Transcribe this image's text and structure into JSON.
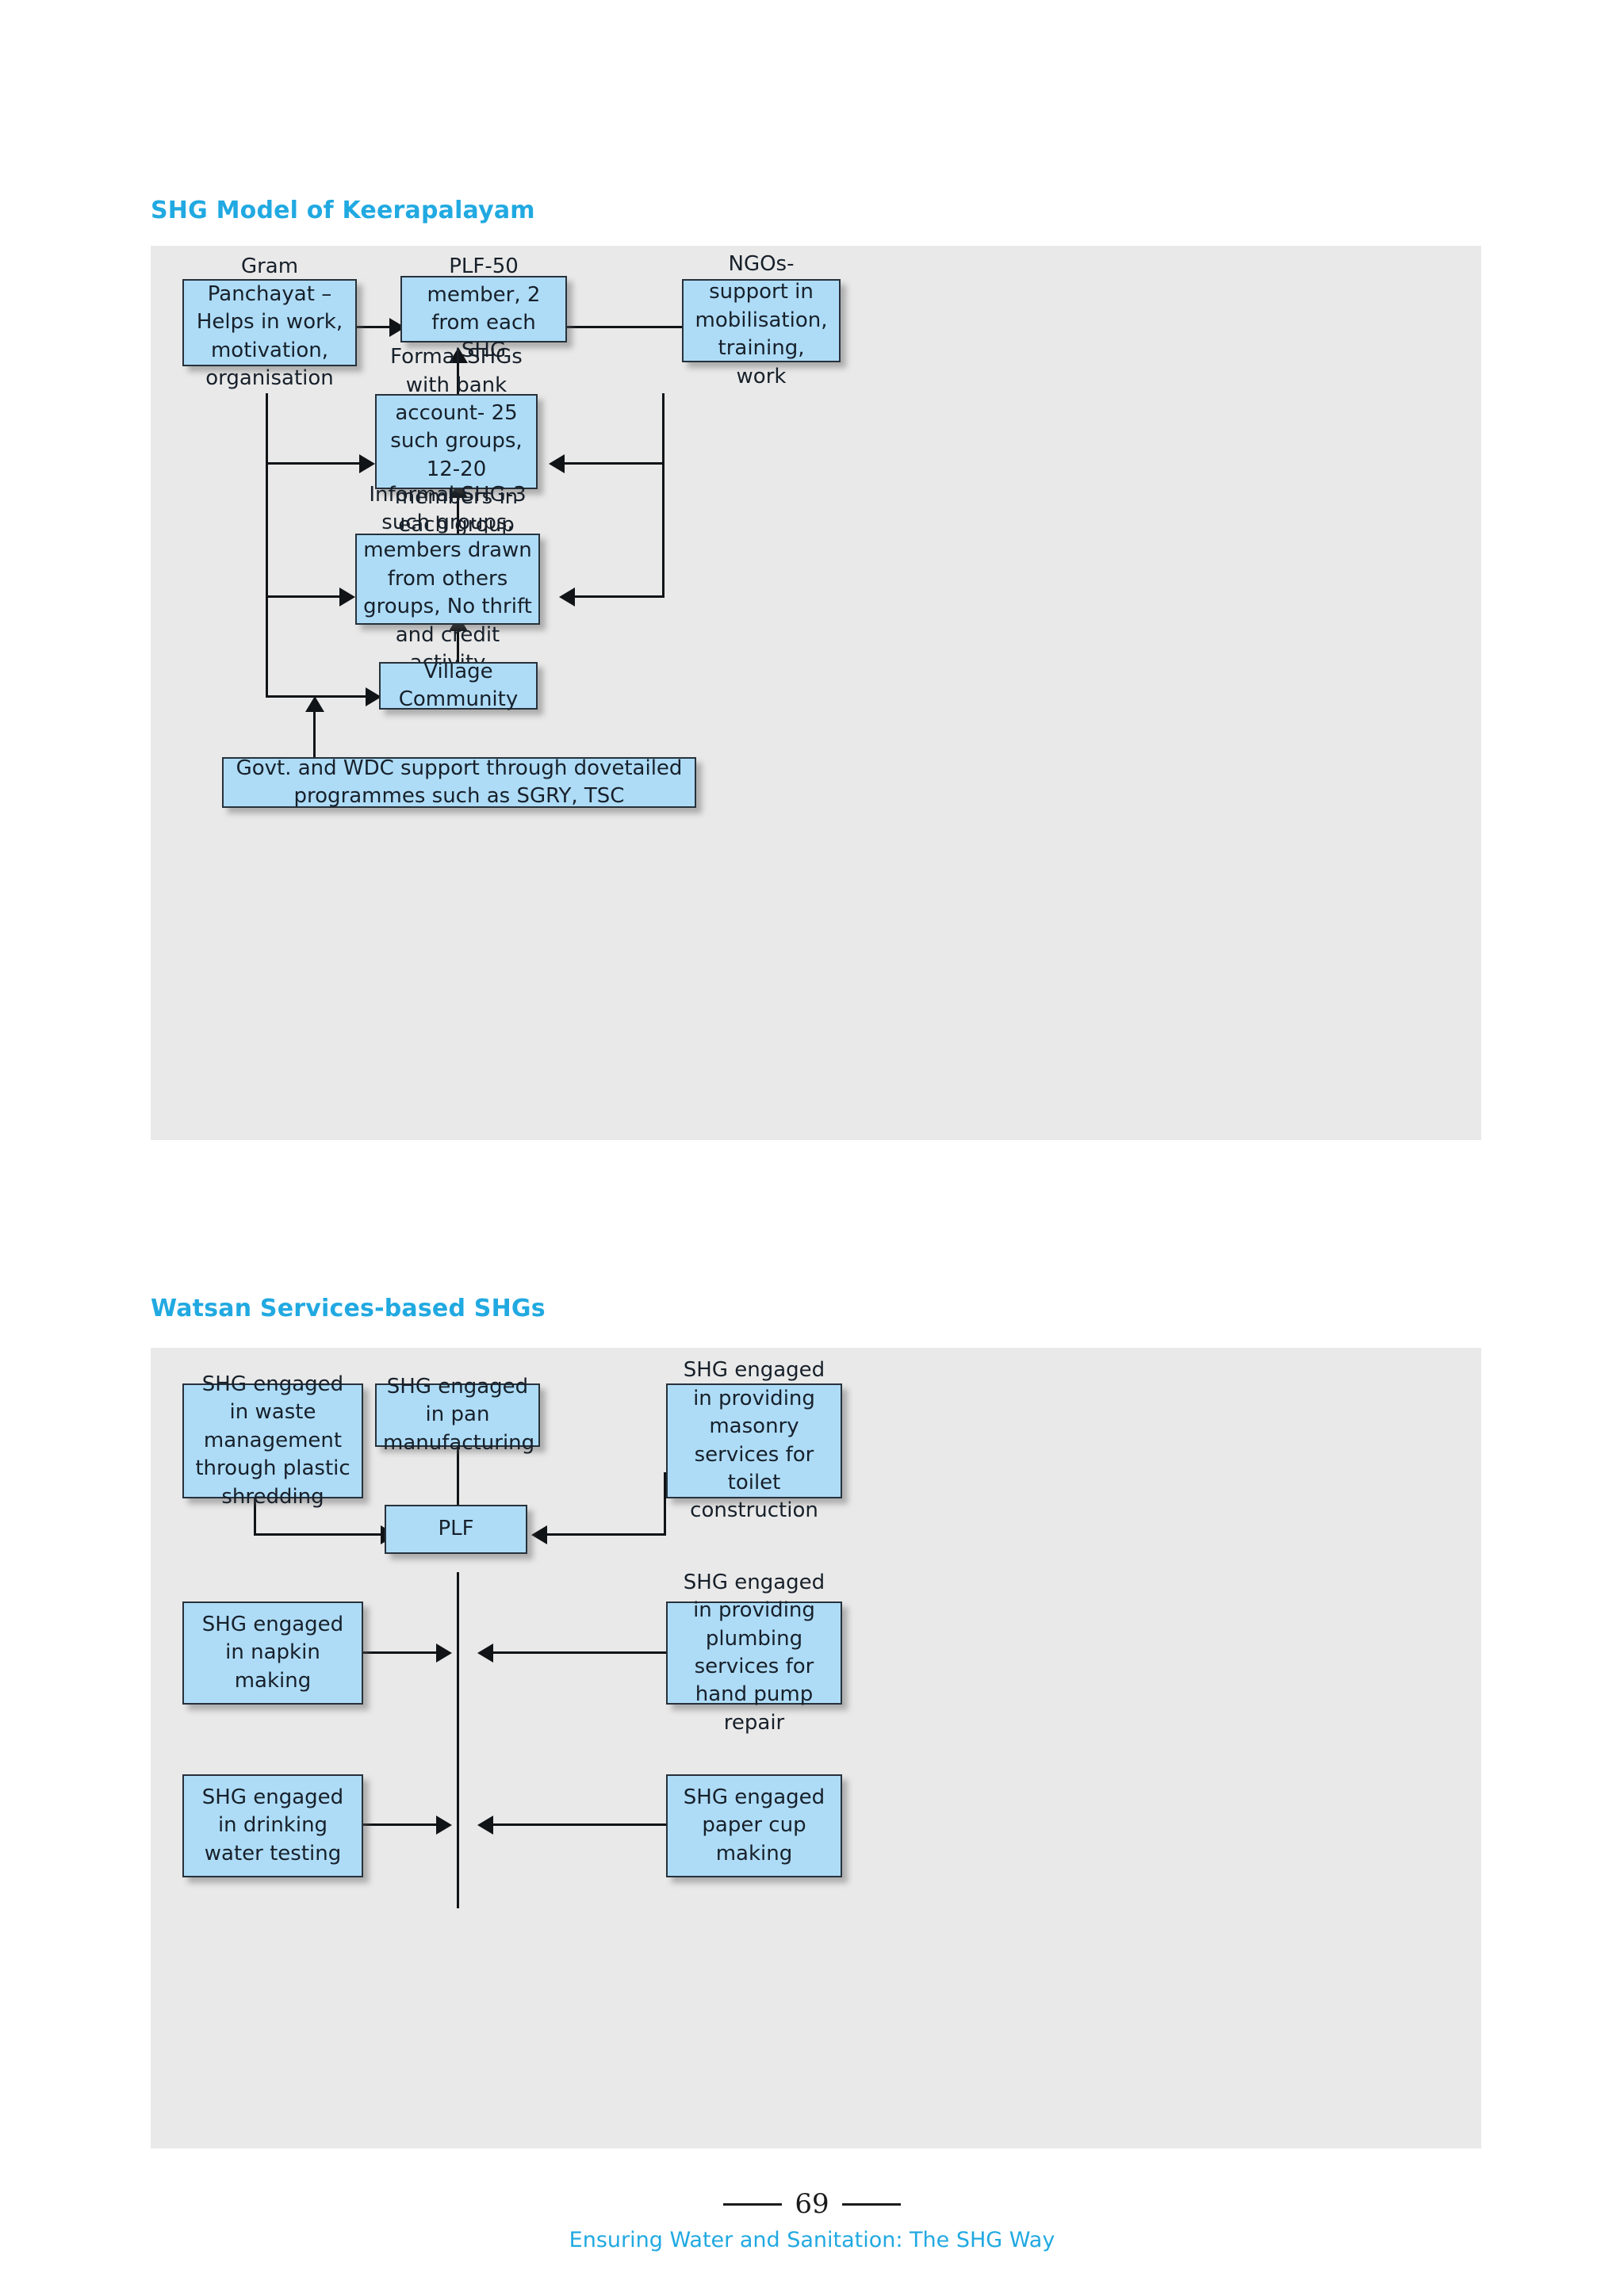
{
  "page": {
    "number": "69",
    "footer_title": "Ensuring Water and Sanitation: The SHG Way",
    "accent_color": "#21A9E1",
    "node_fill_color": "#AEDCF7",
    "node_border_color": "#27313B",
    "canvas_color": "#E9E9E9"
  },
  "diagram1": {
    "heading": "SHG Model of Keerapalayam",
    "nodes": {
      "gram_panchayat": "Gram Panchayat – Helps in work, motivation, organisation",
      "plf": "PLF-50 member, 2 from each SHG",
      "ngos": "NGOs-support in mobilisation, training, work",
      "formal_shg": "Formal SHGs with bank account- 25 such groups, 12-20 members in each group",
      "informal_shg": "Informal SHG-3 such groups, members drawn from others groups, No thrift and credit activity",
      "village_community": "Village Community",
      "govt_support": "Govt. and WDC support through dovetailed programmes such as SGRY, TSC"
    },
    "edges": [
      {
        "from": "gram_panchayat",
        "to": "plf",
        "direction": "right"
      },
      {
        "from": "ngos",
        "to": "plf",
        "direction": "left"
      },
      {
        "from": "gram_panchayat",
        "to": "formal_shg",
        "direction": "right"
      },
      {
        "from": "ngos",
        "to": "formal_shg",
        "direction": "left"
      },
      {
        "from": "gram_panchayat",
        "to": "informal_shg",
        "direction": "right"
      },
      {
        "from": "ngos",
        "to": "informal_shg",
        "direction": "left"
      },
      {
        "from": "gram_panchayat",
        "to": "village_community",
        "direction": "right"
      },
      {
        "from": "formal_shg",
        "to": "plf",
        "direction": "up"
      },
      {
        "from": "informal_shg",
        "to": "formal_shg",
        "direction": "up"
      },
      {
        "from": "village_community",
        "to": "informal_shg",
        "direction": "up"
      },
      {
        "from": "govt_support",
        "to": "village_community",
        "direction": "up"
      }
    ]
  },
  "diagram2": {
    "heading": "Watsan Services-based SHGs",
    "nodes": {
      "pan_manufacturing": "SHG engaged in pan manufacturing",
      "waste_management": "SHG engaged in waste management through plastic shredding",
      "masonry": "SHG engaged in providing masonry services for toilet construction",
      "plf": "PLF",
      "napkin": "SHG engaged in napkin making",
      "plumbing": "SHG engaged in providing plumbing services for hand pump repair",
      "water_testing": "SHG engaged in drinking water testing",
      "paper_cup": "SHG engaged paper cup making"
    },
    "edges": [
      {
        "from": "pan_manufacturing",
        "to": "plf",
        "direction": "down"
      },
      {
        "from": "waste_management",
        "to": "plf",
        "direction": "right"
      },
      {
        "from": "masonry",
        "to": "plf",
        "direction": "left"
      },
      {
        "from": "napkin",
        "to": "plf-spine",
        "direction": "right"
      },
      {
        "from": "plumbing",
        "to": "plf-spine",
        "direction": "left"
      },
      {
        "from": "water_testing",
        "to": "plf-spine",
        "direction": "right"
      },
      {
        "from": "paper_cup",
        "to": "plf-spine",
        "direction": "left"
      }
    ]
  }
}
